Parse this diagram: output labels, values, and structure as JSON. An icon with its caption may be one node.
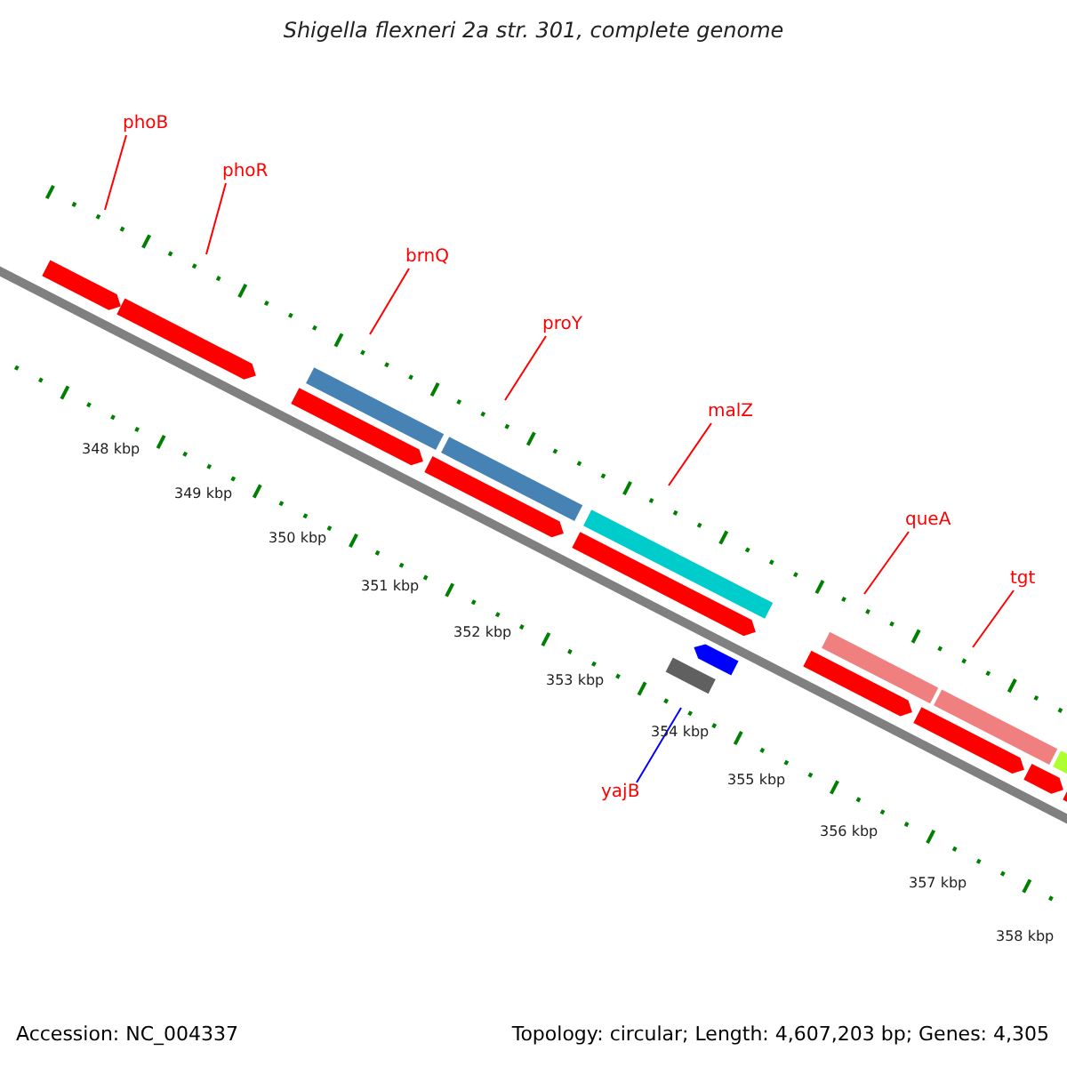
{
  "diagram": {
    "title": "Shigella flexneri 2a str. 301, complete genome",
    "nodes": [
      {
        "text": [
          "phoB"
        ]
      },
      {
        "text": [
          "phoR"
        ]
      },
      {
        "text": [
          "brnQ"
        ]
      },
      {
        "text": [
          "proY"
        ]
      },
      {
        "text": [
          "malZ"
        ]
      },
      {
        "text": [
          "queA"
        ]
      },
      {
        "text": [
          "tgt"
        ]
      },
      {
        "text": [
          "yajB"
        ]
      }
    ],
    "edges": [
      {
        "from": 0,
        "to": null,
        "arrow": "none"
      },
      {
        "from": 1,
        "to": null,
        "arrow": "none"
      },
      {
        "from": 2,
        "to": null,
        "arrow": "none"
      },
      {
        "from": 3,
        "to": null,
        "arrow": "none"
      },
      {
        "from": 4,
        "to": null,
        "arrow": "none"
      },
      {
        "from": 5,
        "to": null,
        "arrow": "none"
      },
      {
        "from": 6,
        "to": null,
        "arrow": "none"
      },
      {
        "from": 7,
        "to": null,
        "arrow": "none",
        "color": "#0000ff"
      }
    ],
    "labels": [
      "348 kbp",
      "349 kbp",
      "350 kbp",
      "351 kbp",
      "352 kbp",
      "353 kbp",
      "354 kbp",
      "355 kbp",
      "356 kbp",
      "357 kbp",
      "358 kbp",
      "Accession: NC_004337",
      "Topology: circular; Length: 4,607,203 bp; Genes: 4,305"
    ]
  }
}
